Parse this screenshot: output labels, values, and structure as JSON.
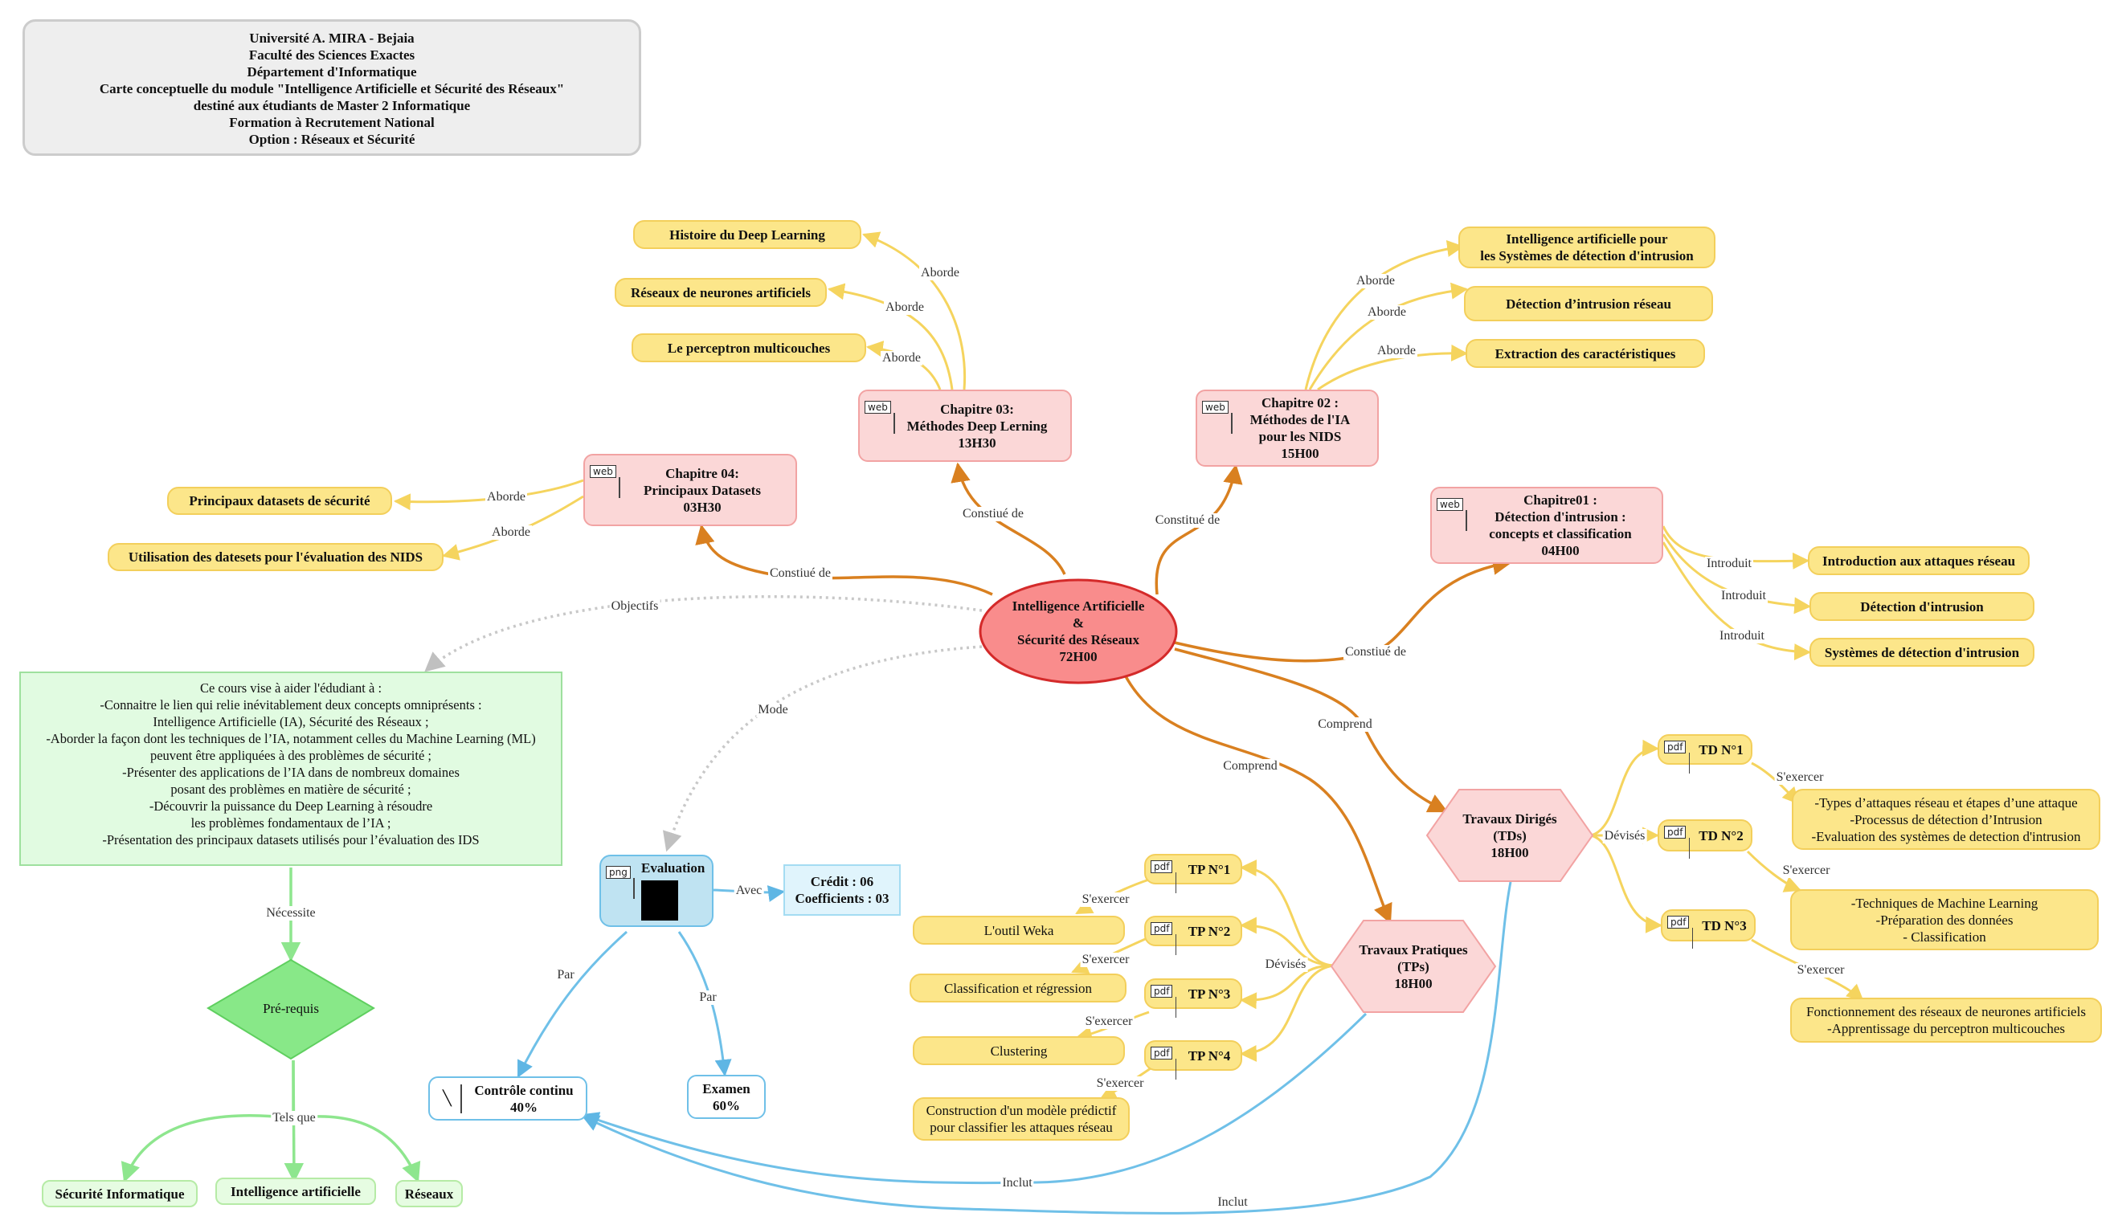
{
  "header": {
    "lines": [
      "Université A. MIRA - Bejaia",
      "Faculté des Sciences Exactes",
      "Département d'Informatique",
      "Carte conceptuelle du module \"Intelligence Artificielle et Sécurité des Réseaux\"",
      "destiné aux étudiants de Master 2 Informatique",
      "Formation à Recrutement National",
      "Option : Réseaux et Sécurité"
    ]
  },
  "center": {
    "line1": "Intelligence Artificielle",
    "line2": "&",
    "line3": "Sécurité des Réseaux",
    "line4": "72H00"
  },
  "chapters": {
    "ch01": {
      "badge": "web",
      "text": "Chapitre01 :\nDétection d'intrusion :\nconcepts et classification\n04H00"
    },
    "ch02": {
      "badge": "web",
      "text": "Chapitre 02 :\nMéthodes de l'IA\npour les NIDS\n15H00"
    },
    "ch03": {
      "badge": "web",
      "text": "Chapitre 03:\nMéthodes Deep Lerning\n13H30"
    },
    "ch04": {
      "badge": "web",
      "text": "Chapitre 04:\nPrincipaux Datasets\n03H30"
    }
  },
  "topics": {
    "ch01": [
      "Introduction aux attaques réseau",
      "Détection d'intrusion",
      "Systèmes de détection d'intrusion"
    ],
    "ch02": [
      "Intelligence artificielle pour\nles Systèmes de détection d'intrusion",
      "Détection d’intrusion réseau",
      "Extraction des caractéristiques"
    ],
    "ch03": [
      "Histoire du Deep Learning",
      "Réseaux de neurones artificiels",
      "Le perceptron multicouches"
    ],
    "ch04": [
      "Principaux datasets de sécurité",
      "Utilisation des datesets pour l'évaluation des NIDS"
    ]
  },
  "td": {
    "main": "Travaux Dirigés\n(TDs)\n18H00",
    "items": [
      {
        "badge": "pdf",
        "label": "TD N°1",
        "exercise": "-Types d’attaques réseau et étapes d’une attaque\n-Processus de détection d’Intrusion\n-Evaluation des systèmes de detection d'intrusion"
      },
      {
        "badge": "pdf",
        "label": "TD N°2",
        "exercise": "-Techniques de Machine Learning\n-Préparation des données\n- Classification"
      },
      {
        "badge": "pdf",
        "label": "TD N°3",
        "exercise": "Fonctionnement des réseaux de neurones artificiels\n-Apprentissage du perceptron multicouches"
      }
    ]
  },
  "tp": {
    "main": "Travaux Pratiques\n(TPs)\n18H00",
    "items": [
      {
        "badge": "pdf",
        "label": "TP N°1",
        "exercise": "L'outil Weka"
      },
      {
        "badge": "pdf",
        "label": "TP N°2",
        "exercise": "Classification et régression"
      },
      {
        "badge": "pdf",
        "label": "TP N°3",
        "exercise": "Clustering"
      },
      {
        "badge": "pdf",
        "label": "TP N°4",
        "exercise": "Construction d'un modèle prédictif\npour classifier les attaques réseau"
      }
    ]
  },
  "objectives": {
    "lines": [
      "Ce cours vise à aider l'édudiant à :",
      "-Connaitre le lien qui relie inévitablement deux concepts omniprésents :",
      "Intelligence Artificielle (IA), Sécurité des Réseaux ;",
      "-Aborder la façon dont les techniques de l’IA, notamment celles du Machine Learning (ML)",
      "peuvent être appliquées à des problèmes de sécurité ;",
      "-Présenter des applications de l’IA dans de nombreux domaines",
      "posant des problèmes en matière de sécurité ;",
      "-Découvrir la puissance du Deep Learning à résoudre",
      "les problèmes fondamentaux de l’IA ;",
      "-Présentation des principaux datasets utilisés pour l’évaluation des IDS"
    ]
  },
  "prereq": {
    "label": "Pré-requis",
    "items": [
      "Sécurité Informatique",
      "Intelligence artificielle",
      "Réseaux"
    ]
  },
  "evaluation": {
    "badge": "png",
    "label": "Evaluation",
    "credit": "Crédit : 06\nCoefficients : 03",
    "cc": "Contrôle continu\n40%",
    "exam": "Examen\n60%"
  },
  "edge_labels": {
    "constitue_de": "Constiué de",
    "constitue_de2": "Constitué de",
    "aborde": "Aborde",
    "introduit": "Introduit",
    "comprend": "Comprend",
    "devises": "Dévisés",
    "sexercer": "S'exercer",
    "objectifs": "Objectifs",
    "mode": "Mode",
    "necessite": "Nécessite",
    "tels_que": "Tels que",
    "avec": "Avec",
    "par": "Par",
    "inclut": "Inclut"
  },
  "colors": {
    "center_fill": "#f98c8c",
    "center_stroke": "#d42a2a",
    "orange_edge": "#d98020",
    "yellow_edge": "#f5d45e",
    "blue_edge": "#6fc0e8",
    "green_edge": "#8ee68e",
    "grey_dashed": "#c8c8c8"
  }
}
